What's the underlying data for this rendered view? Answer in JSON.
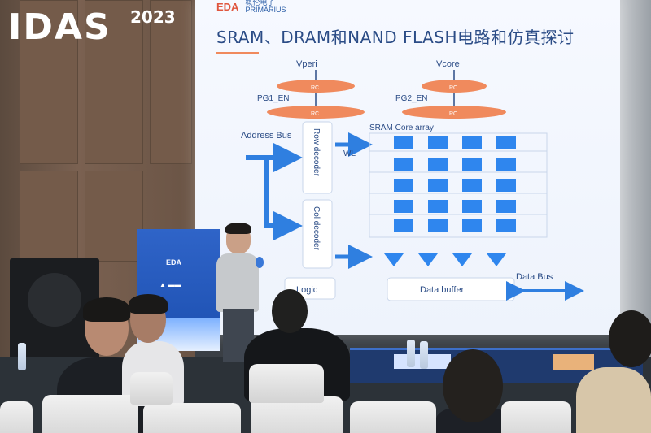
{
  "event_logo": {
    "word": "IDAS",
    "year": "2023"
  },
  "slide": {
    "logo_mark": "EDA",
    "logo_brand_cn": "概伦电子",
    "logo_brand_en": "PRIMARIUS",
    "title": "SRAM、DRAM和NAND FLASH电路和仿真探讨",
    "labels": {
      "vperi": "Vperi",
      "vcore": "Vcore",
      "pg1": "PG1_EN",
      "pg2": "PG2_EN",
      "rc": "RC",
      "address_bus": "Address Bus",
      "row_decoder": "Row decoder",
      "col_decoder": "Col decoder",
      "wl": "WL",
      "core_array": "SRAM Core array",
      "logic": "Logic",
      "data_buffer": "Data buffer",
      "data_bus": "Data Bus"
    },
    "colors": {
      "accent": "#f08a5d",
      "blue": "#2f7fe0",
      "navy": "#2b4c86"
    }
  },
  "booth": {
    "mark": "EDA"
  },
  "colors": {
    "screen": "#f3f7fe",
    "booth": "#2357bd",
    "stage": "#2c3238"
  }
}
